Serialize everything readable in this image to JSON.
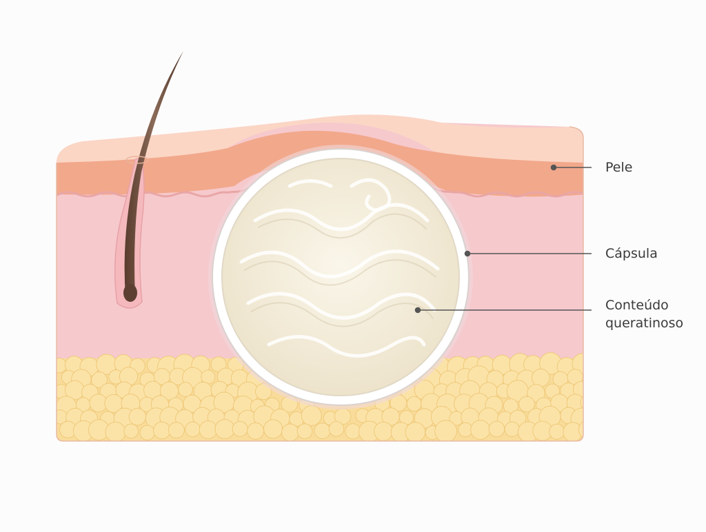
{
  "labels": {
    "pele": "Pele",
    "capsula": "Cápsula",
    "conteudo_line1": "Conteúdo",
    "conteudo_line2": "queratinoso"
  },
  "colors": {
    "background": "#fdfcfc",
    "epidermis": "#f4a98c",
    "epidermis_top": "#fbd3c1",
    "dermis": "#f6c9cd",
    "fat": "#f9dc9a",
    "capsule": "#ffffff",
    "keratin": "#f3ecdc",
    "hair": "#6b4a3a",
    "leader_line": "#555555"
  },
  "icons": {
    "hair": "hair-follicle-icon",
    "cyst": "cyst-icon"
  }
}
